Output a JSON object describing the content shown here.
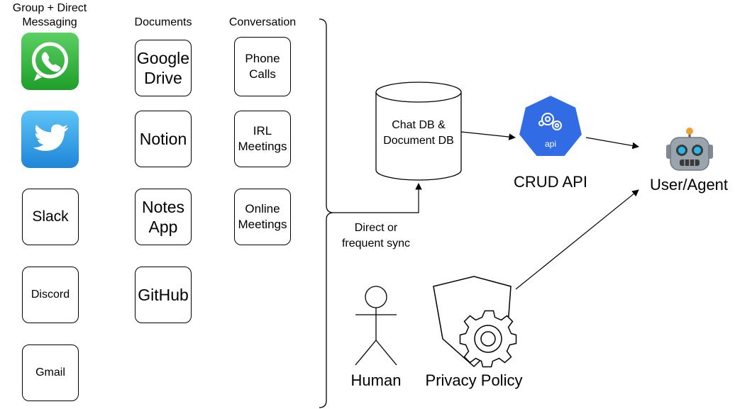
{
  "headers": {
    "messaging": "Group + Direct Messaging",
    "documents": "Documents",
    "conversation": "Conversation"
  },
  "messaging": {
    "whatsapp_icon": "whatsapp-logo",
    "twitter_icon": "twitter-bird-logo",
    "slack": "Slack",
    "discord": "Discord",
    "gmail": "Gmail"
  },
  "documents": {
    "google_drive": "Google Drive",
    "notion": "Notion",
    "notes_app": "Notes App",
    "github": "GitHub"
  },
  "conversation": {
    "phone_calls": "Phone Calls",
    "irl_meetings": "IRL Meetings",
    "online_meetings": "Online Meetings"
  },
  "sync": {
    "label": "Direct or frequent sync"
  },
  "database": {
    "label": "Chat DB & Document DB"
  },
  "api": {
    "badge": "api",
    "label": "CRUD API"
  },
  "agent": {
    "label": "User/Agent"
  },
  "human": {
    "label": "Human"
  },
  "privacy": {
    "label": "Privacy Policy"
  },
  "colors": {
    "whatsapp_green": "#2fb53a",
    "twitter_blue": "#2d9ae8",
    "api_blue": "#326ce5",
    "robot_body": "#9aa4ad"
  }
}
